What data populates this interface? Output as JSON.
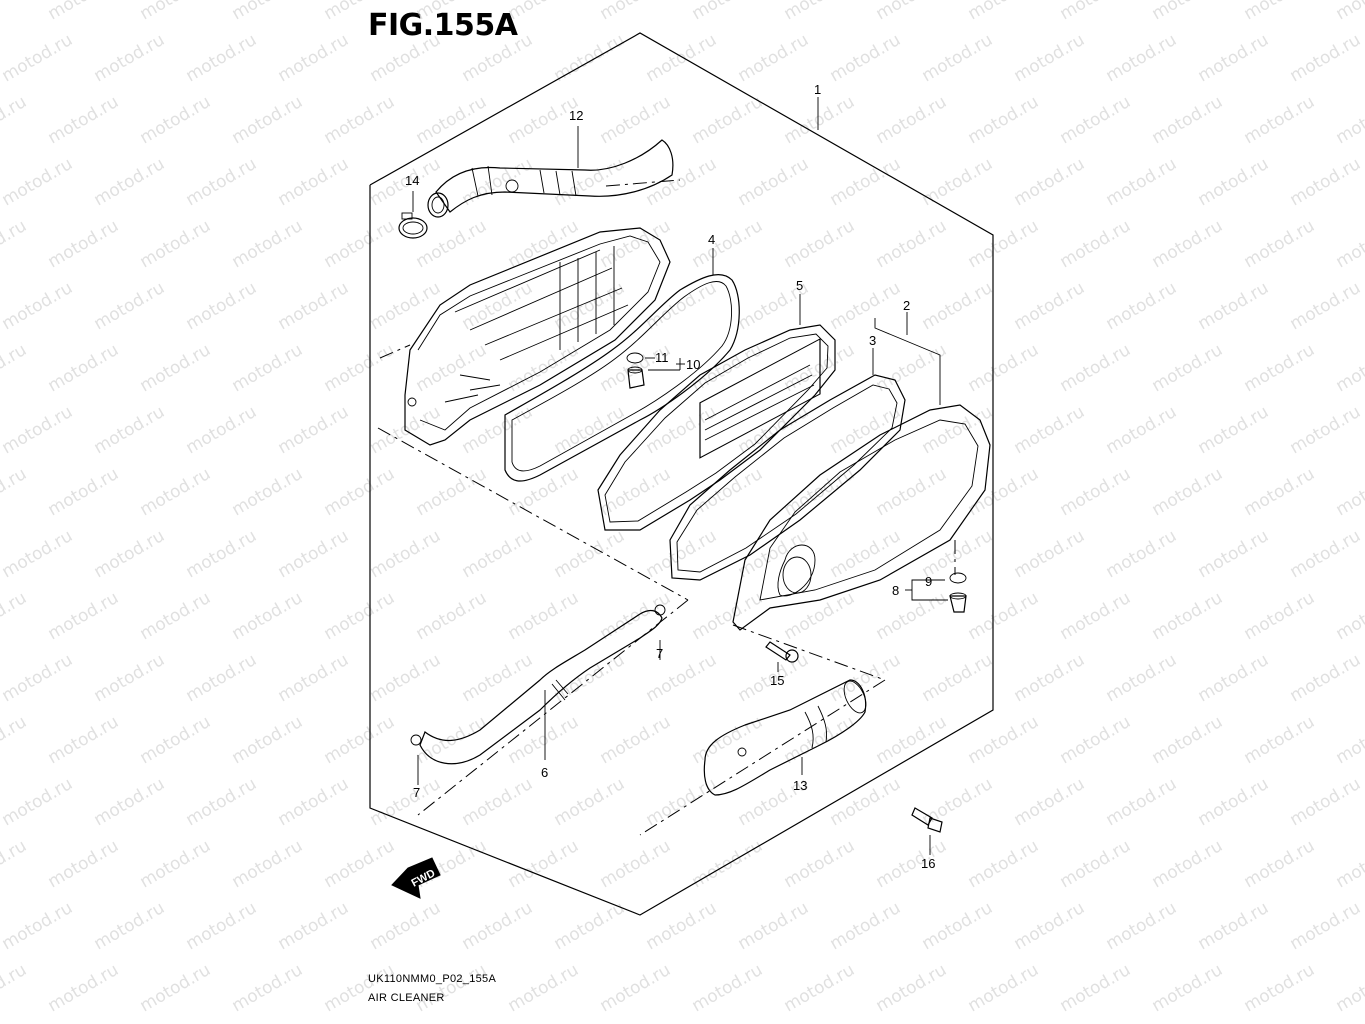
{
  "figure": {
    "title": "FIG.155A",
    "code": "UK110NMM0_P02_155A",
    "name": "AIR CLEANER",
    "fwd_label": "FWD"
  },
  "watermark": "motod.ru",
  "callouts": [
    "1",
    "2",
    "3",
    "4",
    "5",
    "6",
    "7",
    "7",
    "8",
    "9",
    "10",
    "11",
    "12",
    "13",
    "14",
    "15",
    "16"
  ]
}
